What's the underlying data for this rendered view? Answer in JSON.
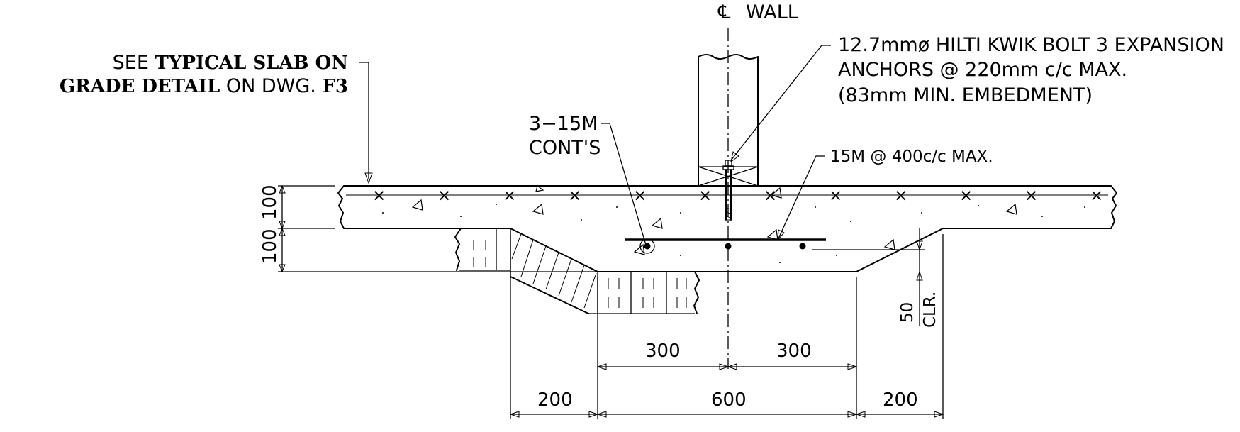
{
  "centerline": {
    "symbol": "℄",
    "label": "WALL"
  },
  "notes": {
    "slab_ref": {
      "prefix": "SEE ",
      "bold1": "TYPICAL SLAB ON",
      "line2_bold": "GRADE DETAIL",
      "line2_mid": " ON DWG. ",
      "line2_bold2": "F3"
    },
    "anchor": {
      "line1": "12.7mmø HILTI KWIK BOLT 3 EXPANSION",
      "line2": "ANCHORS @ 220mm c/c MAX.",
      "line3": "(83mm MIN. EMBEDMENT)"
    },
    "bars": {
      "line1": "3−15M",
      "line2": "CONT'S"
    },
    "dowel": "15M @ 400c/c MAX.",
    "clear": {
      "value": "50",
      "label": "CLR."
    }
  },
  "dimensions": {
    "slab_thickness": "100",
    "thickening": "100",
    "half_left": "300",
    "half_right": "300",
    "slope_left": "200",
    "width": "600",
    "slope_right": "200"
  }
}
